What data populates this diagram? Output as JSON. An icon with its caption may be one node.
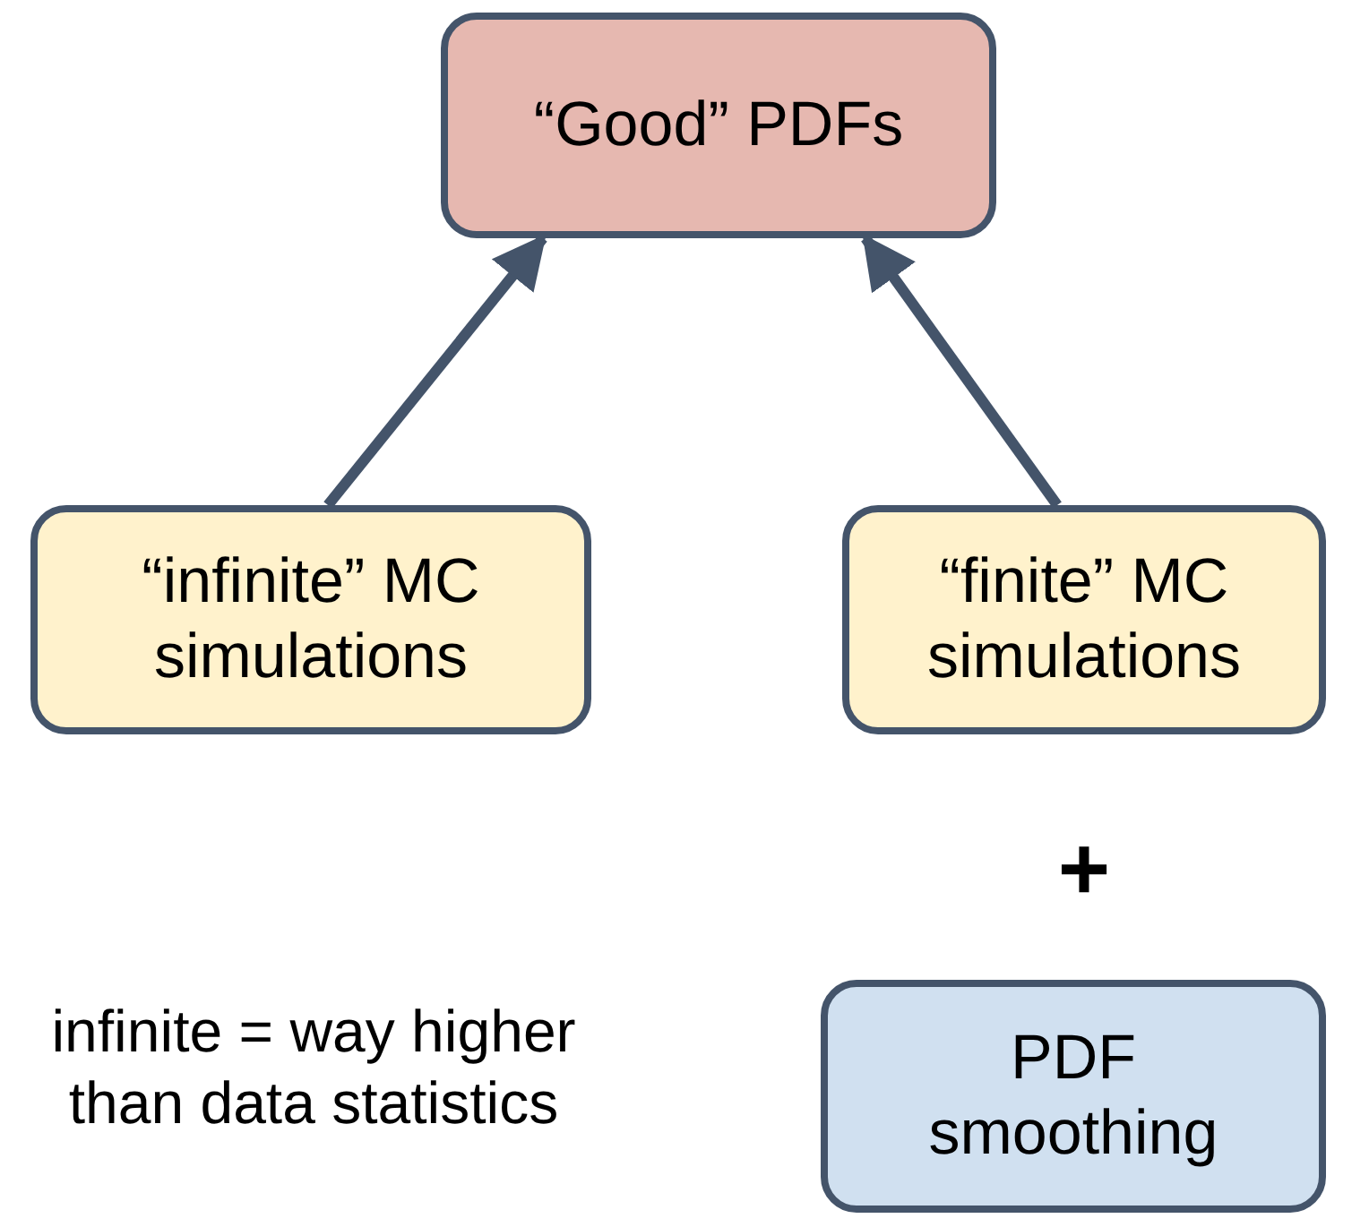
{
  "diagram": {
    "nodes": [
      {
        "text": [
          "“Good” PDFs"
        ]
      },
      {
        "text": [
          "“infinite” MC simulations"
        ]
      },
      {
        "text": [
          "“finite” MC simulations"
        ]
      },
      {
        "text": [
          "PDF smoothing"
        ]
      }
    ],
    "edges": [
      {
        "from": 1,
        "to": 0,
        "arrow": "to"
      },
      {
        "from": 2,
        "to": 0,
        "arrow": "to"
      }
    ],
    "labels": [
      "+",
      "infinite = way higher than data statistics"
    ]
  }
}
